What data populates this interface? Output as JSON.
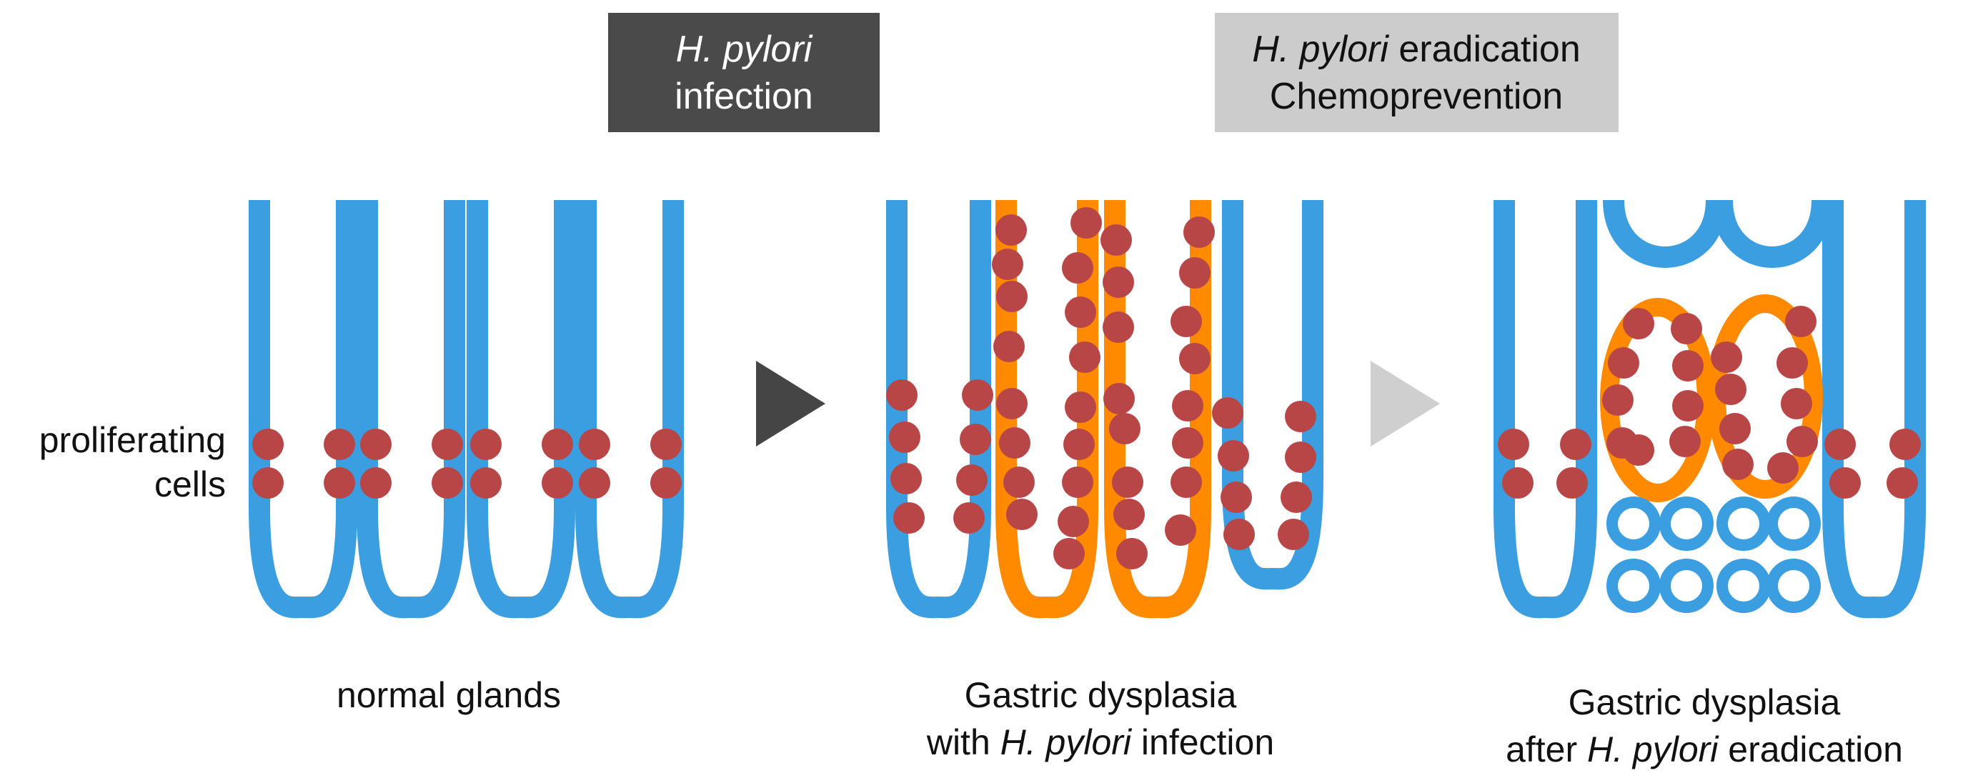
{
  "colors": {
    "gland_normal": "#3a9ee0",
    "gland_dysplastic": "#ff8a00",
    "proliferating_cell": "#b84646",
    "step1_box": "#4a4a4a",
    "step2_box": "#cccccc",
    "arrow_dark": "#454545",
    "arrow_light": "#cfcfcf"
  },
  "steps": {
    "infection": {
      "line1_italic": "H. pylori",
      "line2": "infection"
    },
    "eradication": {
      "line1_italic": "H. pylori",
      "line1_rest": " eradication",
      "line2": "Chemoprevention"
    }
  },
  "side_label": {
    "line1": "proliferating",
    "line2": "cells"
  },
  "panels": {
    "normal": {
      "caption": "normal glands"
    },
    "infected": {
      "caption_line1": "Gastric dysplasia",
      "caption_line2_pre": "with ",
      "caption_line2_italic": "H. pylori",
      "caption_line2_post": " infection"
    },
    "eradicated": {
      "caption_line1": "Gastric dysplasia",
      "caption_line2_pre": "after ",
      "caption_line2_italic": "H. pylori",
      "caption_line2_post": " eradication"
    }
  },
  "icons": {
    "arrows": [
      "play-triangle-dark",
      "play-triangle-light"
    ]
  }
}
